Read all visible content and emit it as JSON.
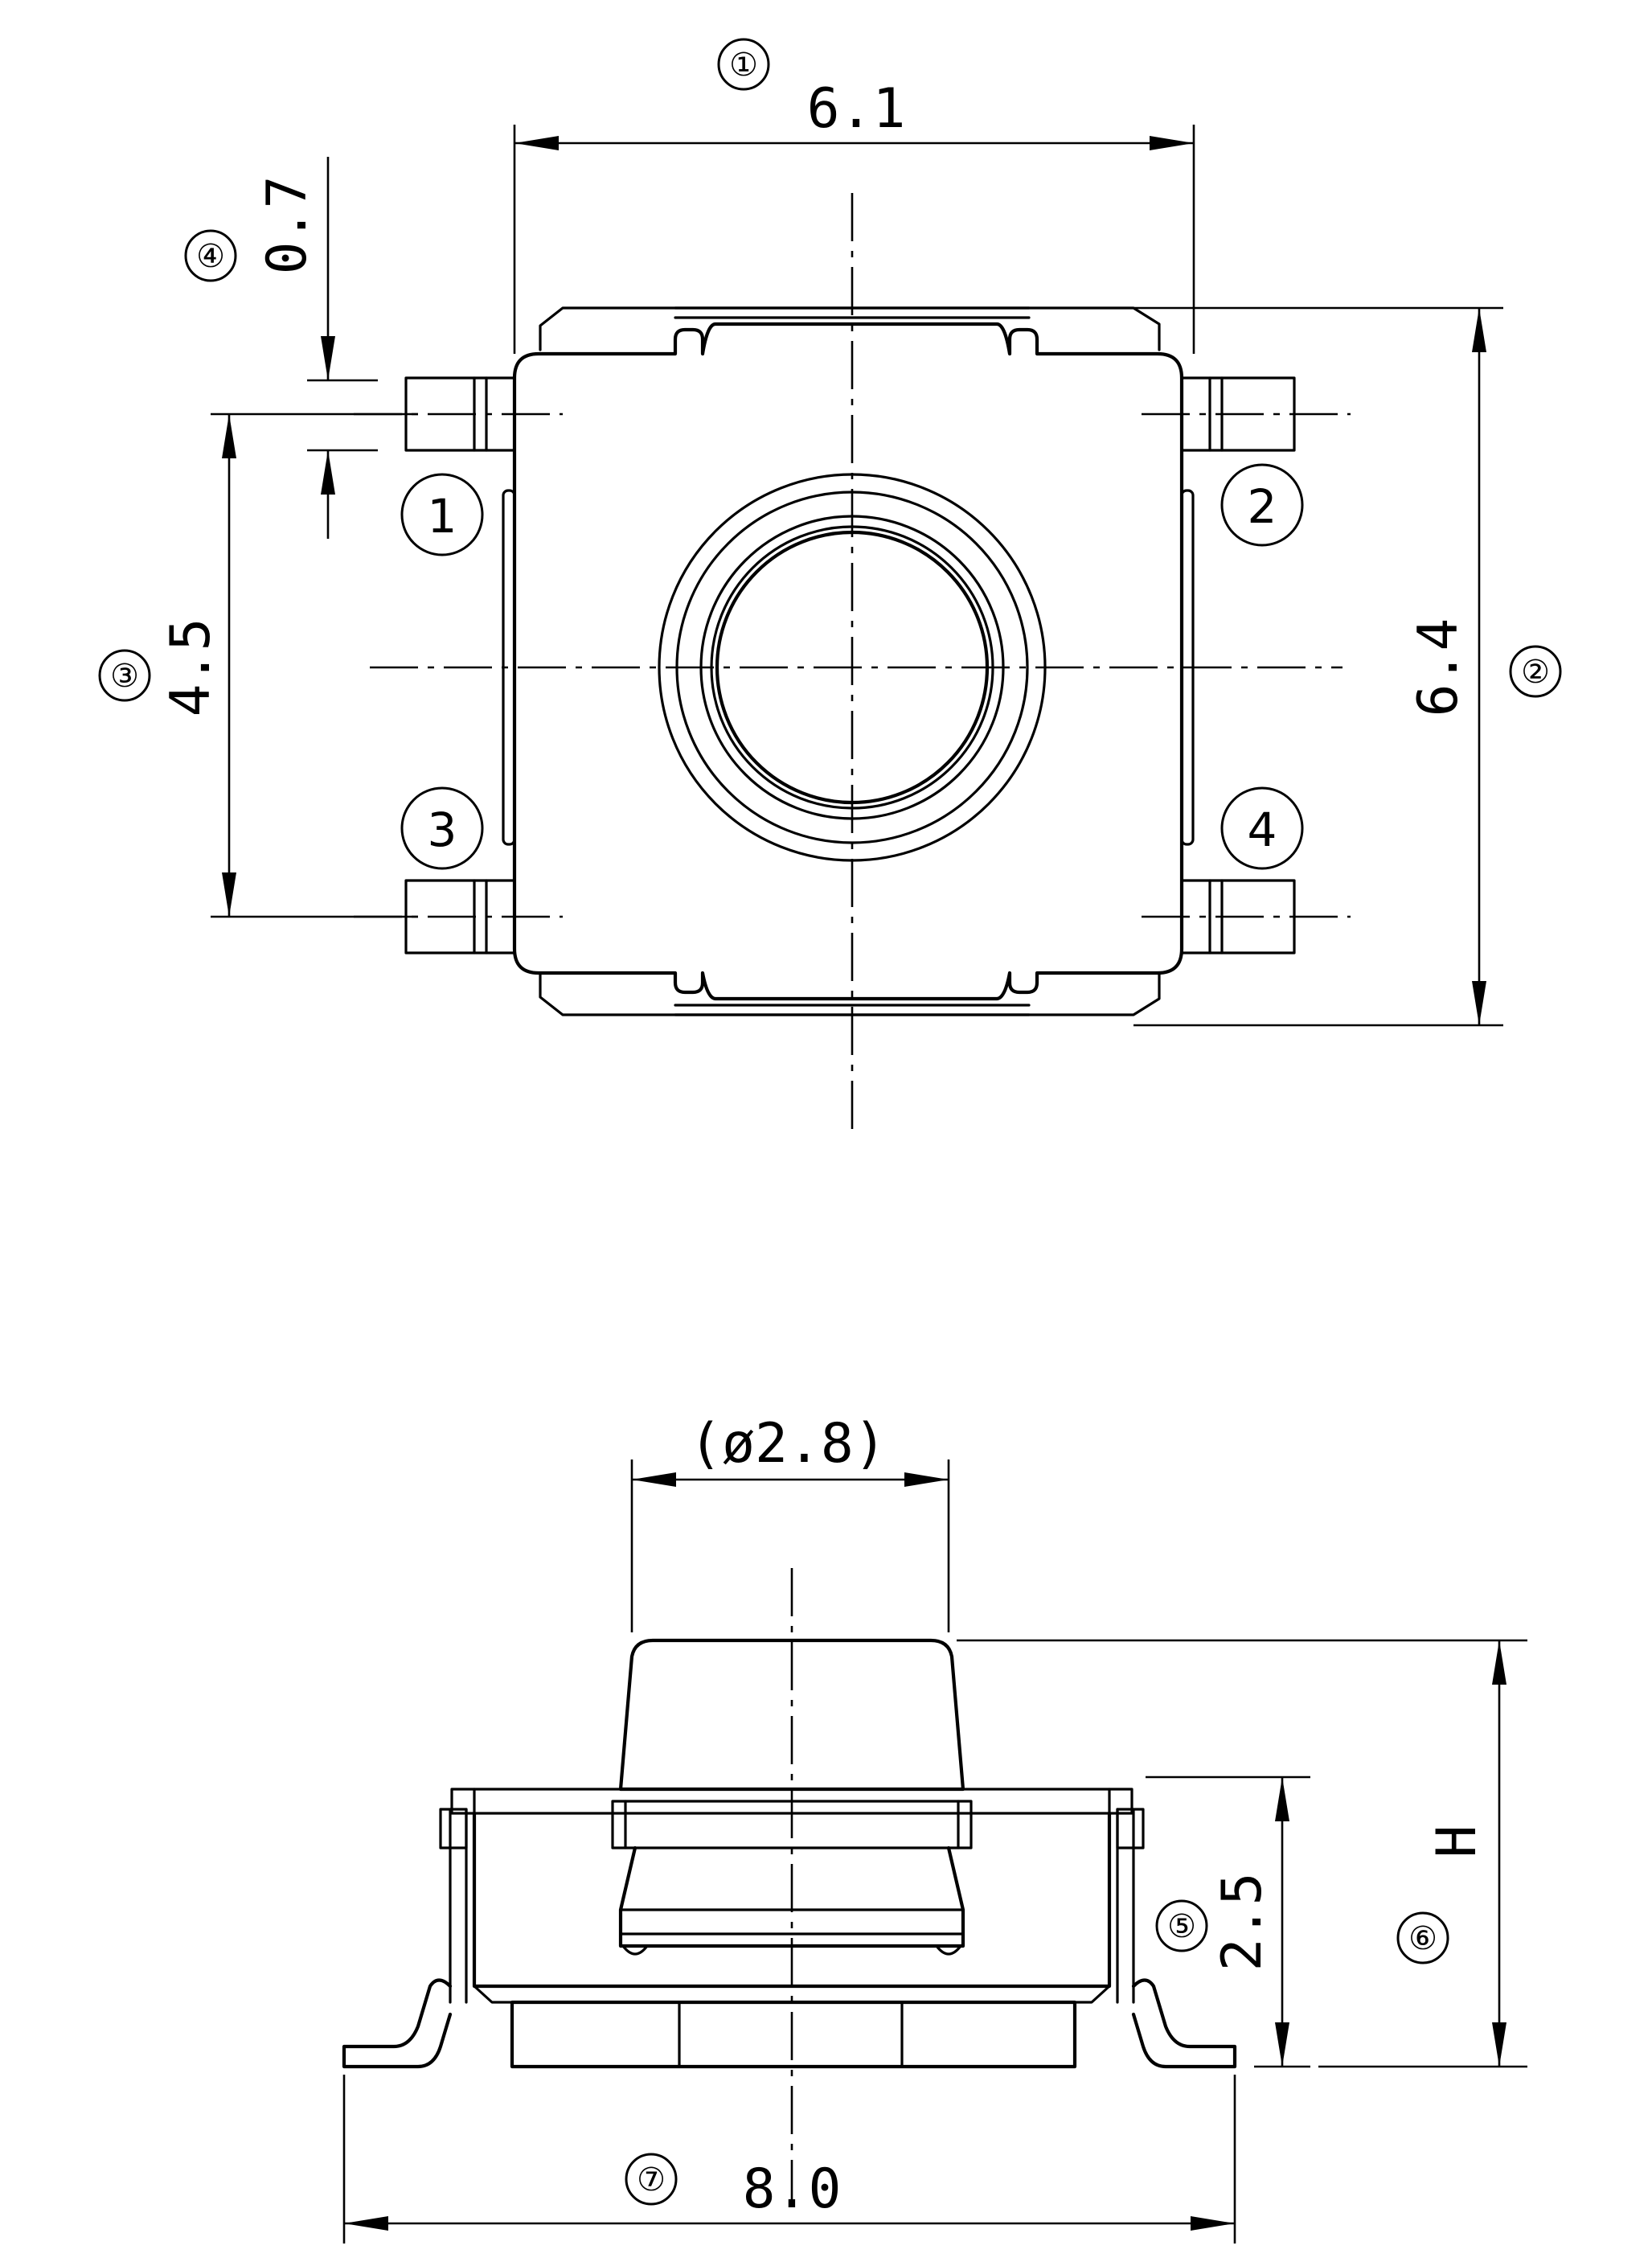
{
  "top_view": {
    "width": {
      "marker": "①",
      "value": "6.1"
    },
    "height": {
      "marker": "②",
      "value": "6.4"
    },
    "pitch": {
      "marker": "③",
      "value": "4.5"
    },
    "terminal_width": {
      "marker": "④",
      "value": "0.7"
    },
    "pins": [
      "1",
      "2",
      "3",
      "4"
    ]
  },
  "side_view": {
    "actuator_diameter": {
      "value": "(ø2.8)"
    },
    "body_height": {
      "marker": "⑤",
      "value": "2.5"
    },
    "total_height": {
      "marker": "⑥",
      "value": "H"
    },
    "total_length": {
      "marker": "⑦",
      "value": "8.0"
    }
  }
}
